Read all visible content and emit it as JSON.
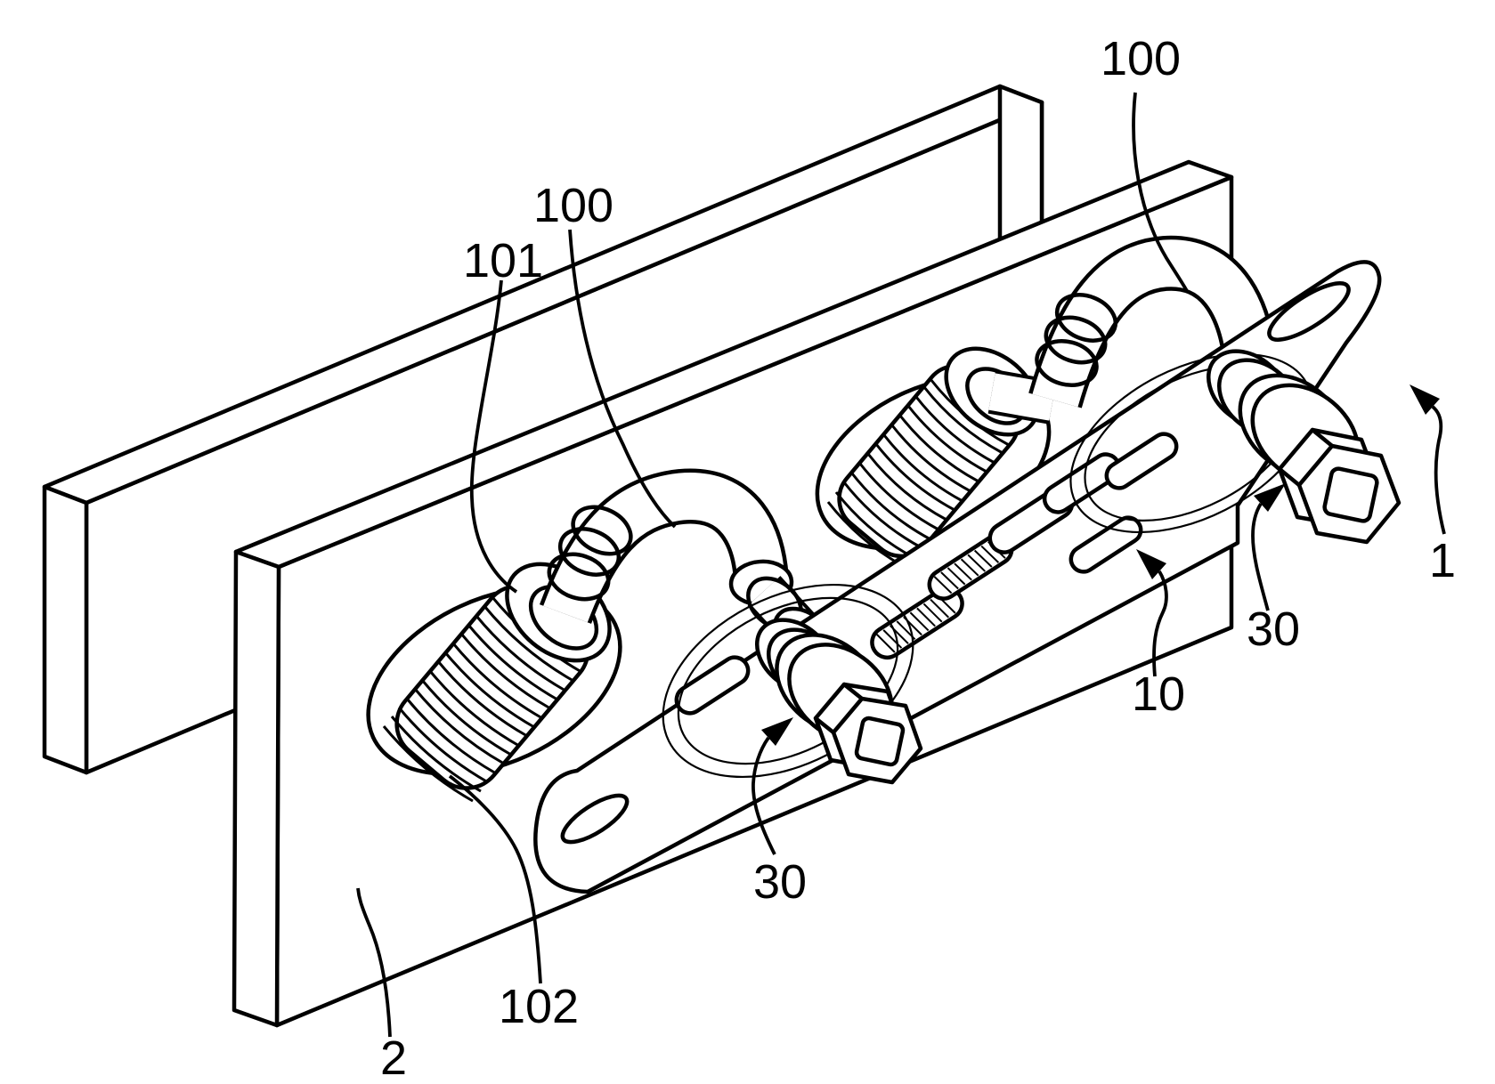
{
  "figure": {
    "type": "patent-isometric-line-drawing",
    "background_color": "#ffffff",
    "line_color": "#000000"
  },
  "labels": {
    "ref_100_mid": "100",
    "ref_101": "101",
    "ref_100_top": "100",
    "ref_1": "1",
    "ref_30_upper": "30",
    "ref_10": "10",
    "ref_30_lower": "30",
    "ref_102": "102",
    "ref_2": "2"
  }
}
